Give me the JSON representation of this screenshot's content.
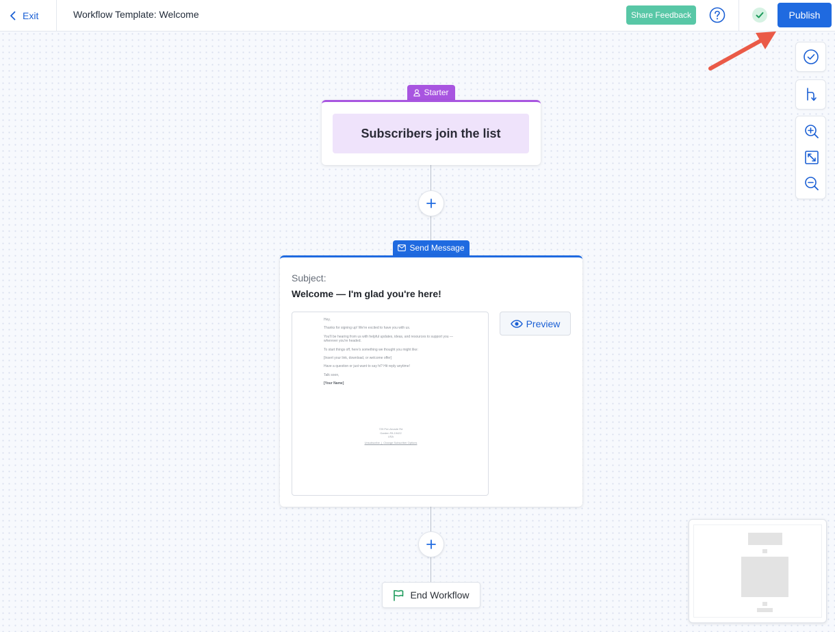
{
  "header": {
    "exit_label": "Exit",
    "title": "Workflow Template: Welcome",
    "share_feedback_label": "Share Feedback",
    "publish_label": "Publish"
  },
  "workflow": {
    "starter": {
      "tag": "Starter",
      "title": "Subscribers join the list"
    },
    "send_message": {
      "tag": "Send Message",
      "subject_label": "Subject:",
      "subject": "Welcome — I'm glad you're here!",
      "preview_label": "Preview",
      "email_body": [
        "Hey,",
        "Thanks for signing up! We're excited to have you with us.",
        "You'll be hearing from us with helpful updates, ideas, and resources to support you — wherever you're headed.",
        "To start things off, here's something we thought you might like:",
        "[Insert your link, download, or welcome offer]",
        "Have a question or just want to say hi? Hit reply anytime!",
        "Talk soon,",
        "[Your Name]"
      ],
      "email_footer": {
        "address_line1": "725 Pen Arcade Rd",
        "address_line2": "Garden PA 19422",
        "address_line3": "USA",
        "unsubscribe": "Unsubscribe",
        "manage": "Change Subscriber Options"
      }
    },
    "end_label": "End Workflow"
  },
  "colors": {
    "primary": "#1f6ae0",
    "starter_accent": "#a855e0",
    "starter_fill": "#efe3fb",
    "feedback_green": "#58c7a6",
    "annotation_arrow": "#ea5a47"
  }
}
